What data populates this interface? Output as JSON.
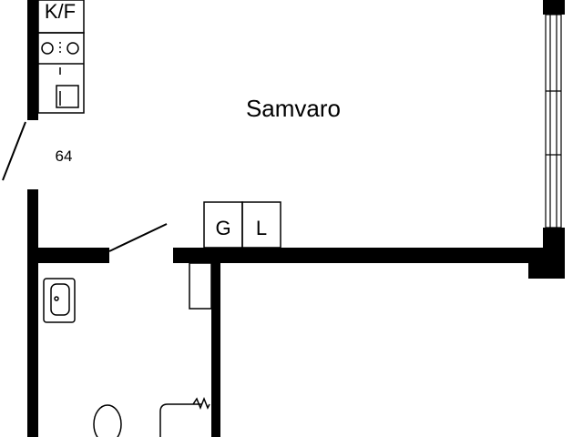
{
  "rooms": {
    "living_room": "Samvaro",
    "kitchen": "K/F",
    "wardrobe_g": "G",
    "wardrobe_l": "L"
  },
  "apartment_number": "64",
  "colors": {
    "wall": "#000000",
    "line": "#000000",
    "background": "#ffffff"
  }
}
